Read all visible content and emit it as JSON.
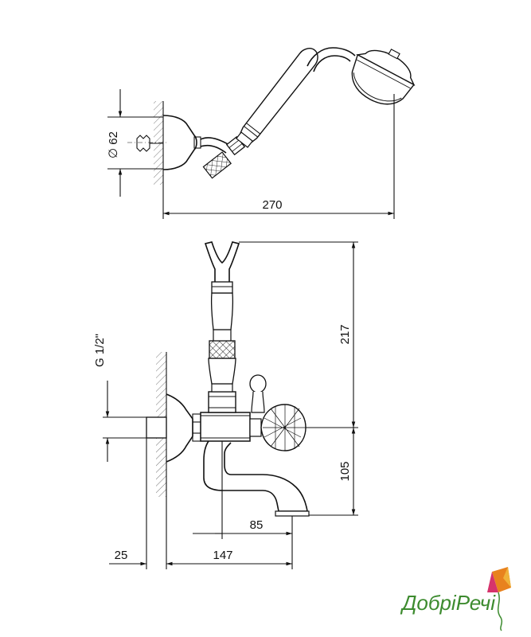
{
  "dimensions": {
    "diameter": "∅ 62",
    "reach": "270",
    "height": "217",
    "spout_height": "105",
    "spout_offset": "85",
    "wall_offset": "25",
    "projection": "147",
    "thread": "G 1/2\""
  },
  "logo": {
    "text": "ДобріРечі",
    "colors": {
      "green": "#3d8b2f",
      "orange": "#e8821e",
      "pink": "#d6336c"
    }
  }
}
